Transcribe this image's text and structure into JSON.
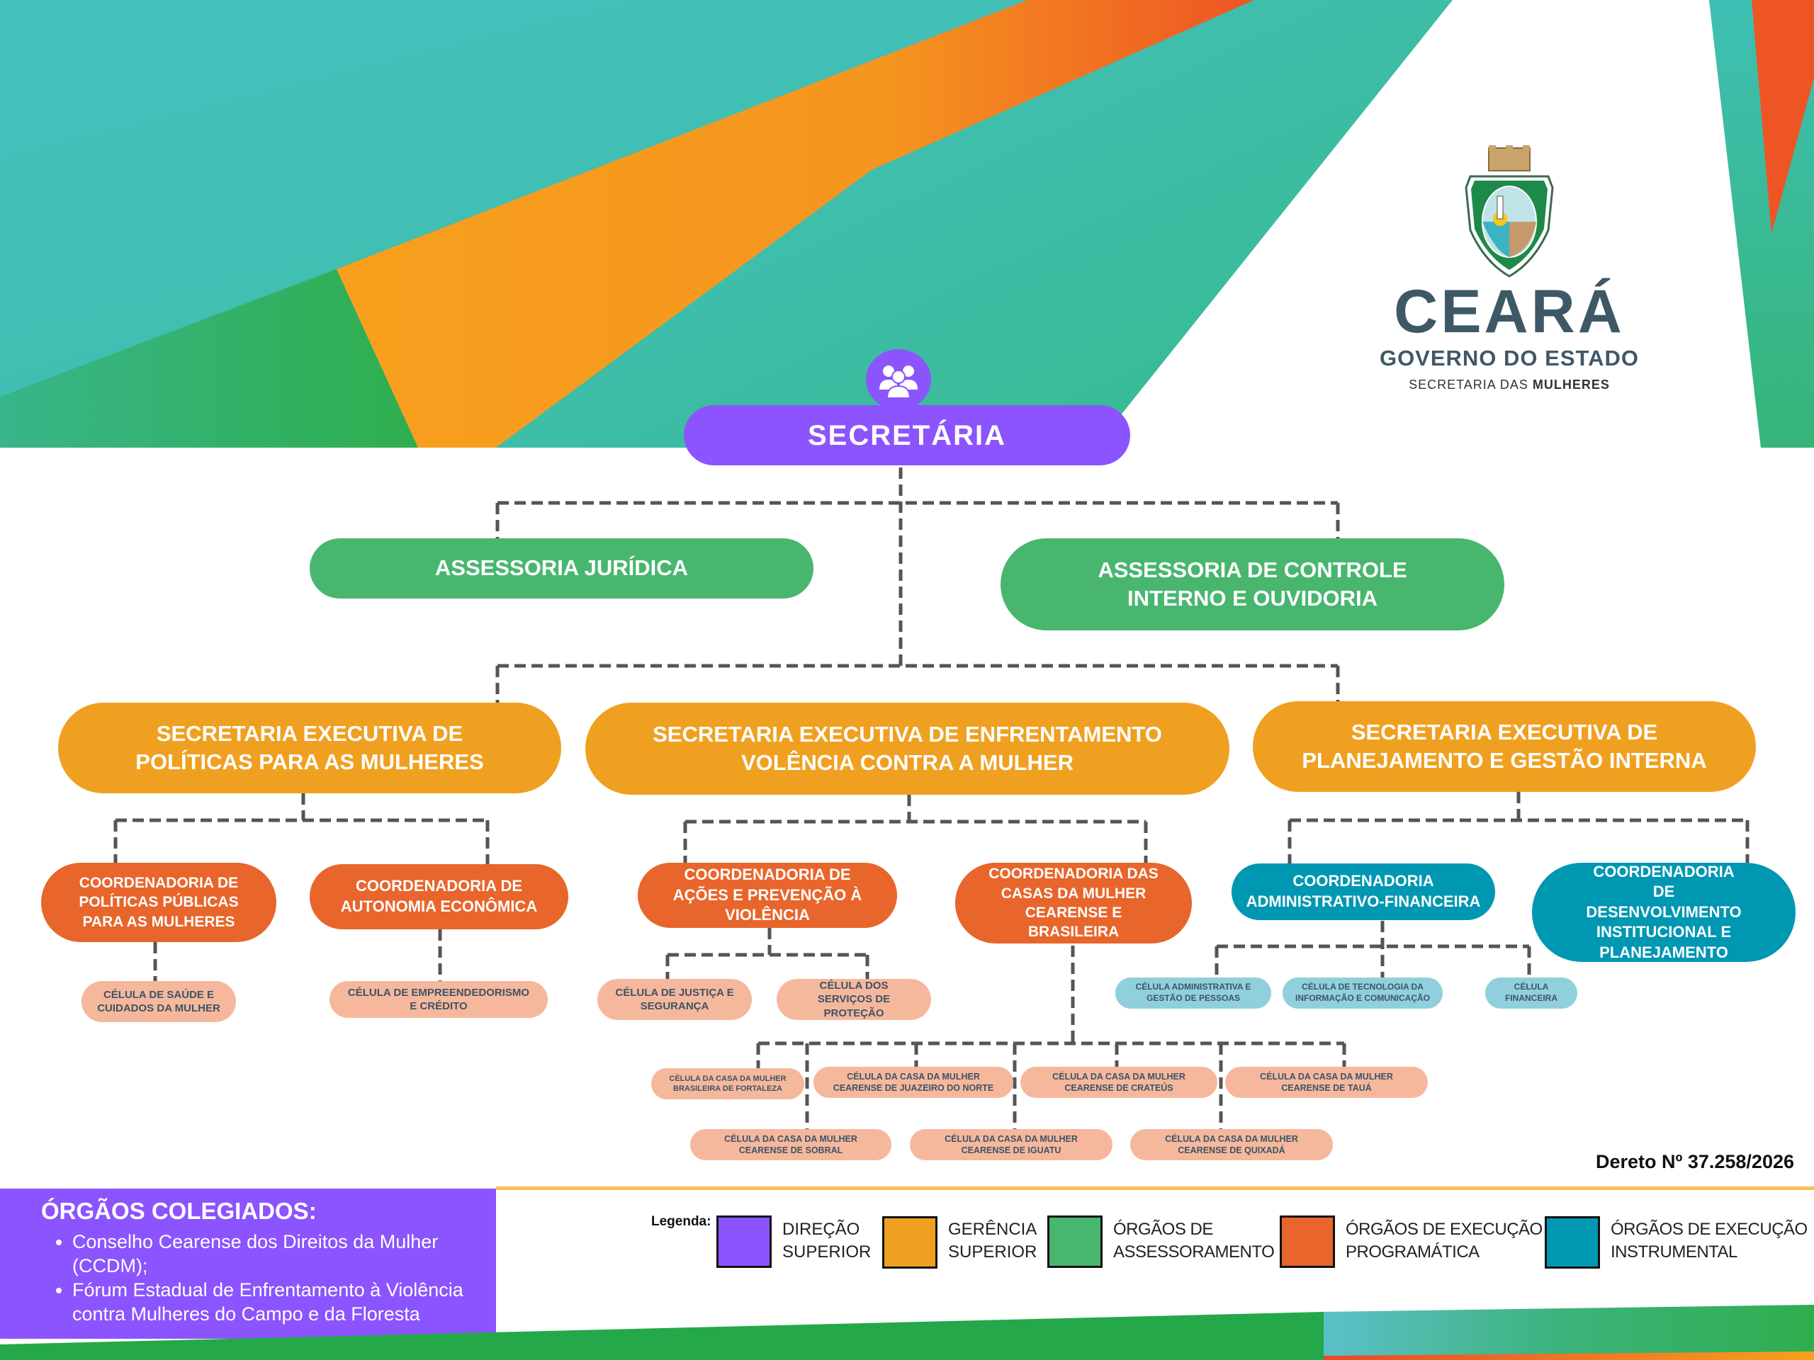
{
  "branding": {
    "state_name": "CEARÁ",
    "government": "GOVERNO DO ESTADO",
    "secretariat_prefix": "SECRETARIA DAS",
    "secretariat_bold": "MULHERES",
    "emblem_icon": "ceara-coat-of-arms-icon"
  },
  "colors": {
    "direcao_superior": "#8b54fe",
    "gerencia_superior": "#f0a020",
    "assessoramento": "#48b66f",
    "execucao_programatica": "#e8652b",
    "execucao_instrumental": "#0097b2",
    "celula_programatica": "#f5b89c",
    "celula_instrumental": "#8fd0dc",
    "connector": "#555555"
  },
  "org": {
    "top": {
      "label": "SECRETÁRIA",
      "icon": "people-group-icon"
    },
    "assessorias": [
      {
        "label": "ASSESSORIA JURÍDICA"
      },
      {
        "label": "ASSESSORIA DE CONTROLE INTERNO E OUVIDORIA"
      }
    ],
    "executivas": [
      {
        "label": "SECRETARIA EXECUTIVA DE POLÍTICAS PARA AS MULHERES"
      },
      {
        "label": "SECRETARIA EXECUTIVA DE ENFRENTAMENTO VOLÊNCIA CONTRA A MULHER"
      },
      {
        "label": "SECRETARIA EXECUTIVA DE PLANEJAMENTO E GESTÃO INTERNA"
      }
    ],
    "coordenadorias": [
      {
        "label": "COORDENADORIA DE POLÍTICAS PÚBLICAS PARA AS MULHERES"
      },
      {
        "label": "COORDENADORIA DE AUTONOMIA ECONÔMICA"
      },
      {
        "label": "COORDENADORIA DE AÇÕES E PREVENÇÃO À VIOLÊNCIA"
      },
      {
        "label": "COORDENADORIA DAS CASAS DA MULHER CEARENSE E BRASILEIRA"
      },
      {
        "label": "COORDENADORIA ADMINISTRATIVO-FINANCEIRA"
      },
      {
        "label": "COORDENADORIA DE DESENVOLVIMENTO INSTITUCIONAL E PLANEJAMENTO"
      }
    ],
    "celulas": [
      {
        "label": "CÉLULA DE SAÚDE E CUIDADOS DA MULHER"
      },
      {
        "label": "CÉLULA DE EMPREENDEDORISMO E CRÉDITO"
      },
      {
        "label": "CÉLULA DE JUSTIÇA E SEGURANÇA"
      },
      {
        "label": "CÉLULA DOS SERVIÇOS DE PROTEÇÃO"
      },
      {
        "label": "CÉLULA ADMINISTRATIVA E GESTÃO DE PESSOAS"
      },
      {
        "label": "CÉLULA DE TECNOLOGIA DA INFORMAÇÃO E COMUNICAÇÃO"
      },
      {
        "label": "CÉLULA FINANCEIRA"
      }
    ],
    "casas": [
      {
        "label": "CÉLULA DA CASA DA MULHER BRASILEIRA DE FORTALEZA"
      },
      {
        "label": "CÉLULA DA CASA DA MULHER CEARENSE DE JUAZEIRO DO NORTE"
      },
      {
        "label": "CÉLULA DA CASA DA MULHER CEARENSE DE CRATEÚS"
      },
      {
        "label": "CÉLULA DA CASA DA MULHER CEARENSE DE TAUÁ"
      },
      {
        "label": "CÉLULA DA CASA DA MULHER CEARENSE DE SOBRAL"
      },
      {
        "label": "CÉLULA DA CASA DA MULHER CEARENSE DE IGUATU"
      },
      {
        "label": "CÉLULA DA CASA DA MULHER CEARENSE DE QUIXADÁ"
      }
    ]
  },
  "decree": "Dereto Nº 37.258/2026",
  "colegiados": {
    "title": "ÓRGÃOS COLEGIADOS:",
    "items": [
      "Conselho Cearense dos Direitos da Mulher (CCDM);",
      "Fórum Estadual de Enfrentamento à Violência contra Mulheres do Campo e da Floresta"
    ]
  },
  "legend": {
    "title": "Legenda:",
    "items": [
      {
        "line1": "DIREÇÃO",
        "line2": "SUPERIOR",
        "color": "#8b54fe"
      },
      {
        "line1": "GERÊNCIA",
        "line2": "SUPERIOR",
        "color": "#f0a020"
      },
      {
        "line1": "ÓRGÃOS DE",
        "line2": "ASSESSORAMENTO",
        "color": "#48b66f"
      },
      {
        "line1": "ÓRGÃOS DE EXECUÇÃO",
        "line2": "PROGRAMÁTICA",
        "color": "#e8652b"
      },
      {
        "line1": "ÓRGÃOS DE EXECUÇÃO",
        "line2": "INSTRUMENTAL",
        "color": "#0097b2"
      }
    ]
  }
}
